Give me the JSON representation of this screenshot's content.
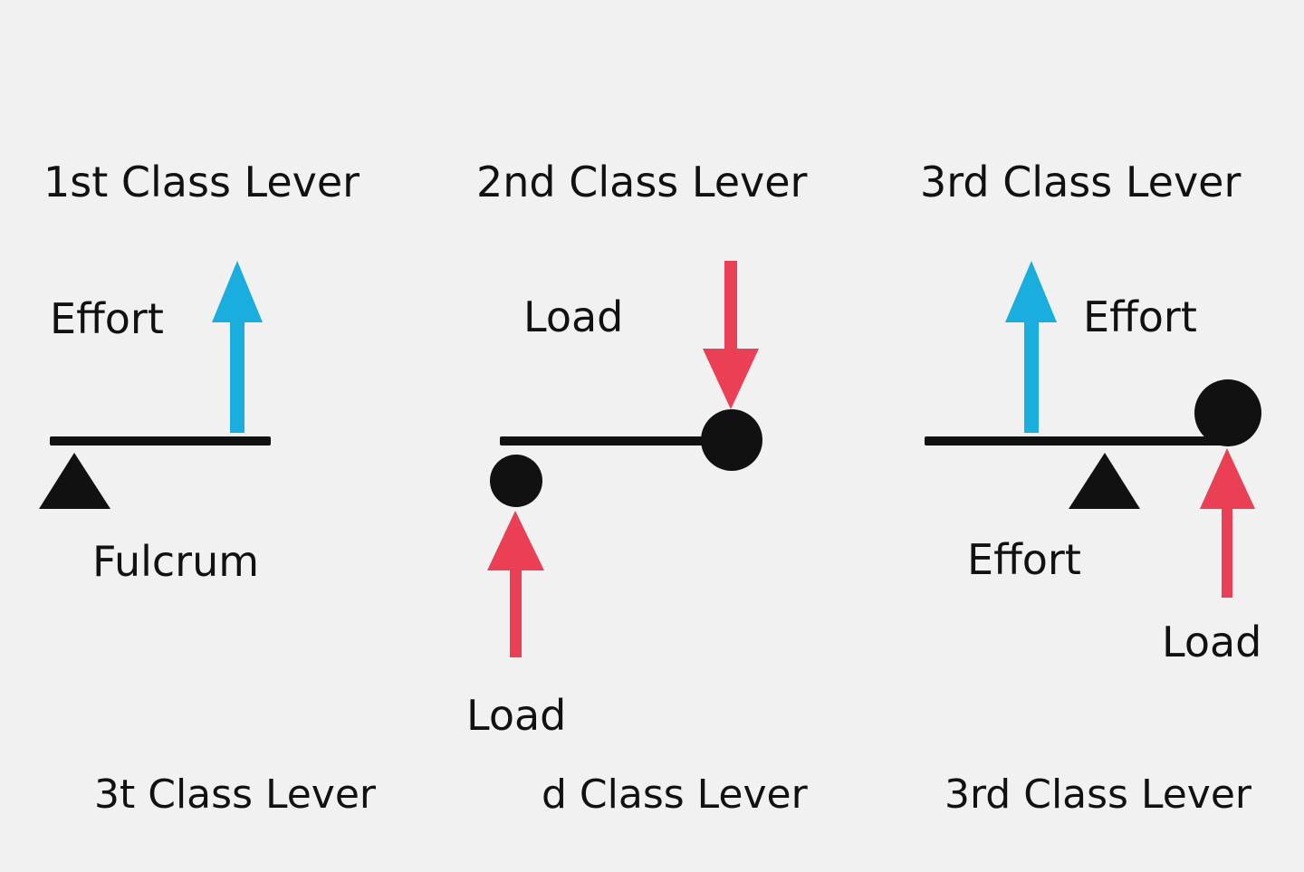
{
  "colors": {
    "background": "#f1f1f1",
    "ink": "#111111",
    "effort_arrow": "#1aaede",
    "load_arrow": "#ea3f54"
  },
  "panels": [
    {
      "title": "1st Class Lever",
      "labels": {
        "effort": "Effort",
        "fulcrum": "Fulcrum"
      },
      "caption": "3t Class Lever"
    },
    {
      "title": "2nd Class Lever",
      "labels": {
        "load_top": "Load",
        "load_bottom": "Load"
      },
      "caption": "d Class Lever"
    },
    {
      "title": "3rd Class Lever",
      "labels": {
        "effort_top": "Effort",
        "effort_bottom": "Effort",
        "load": "Load"
      },
      "caption": "3rd Class Lever"
    }
  ]
}
